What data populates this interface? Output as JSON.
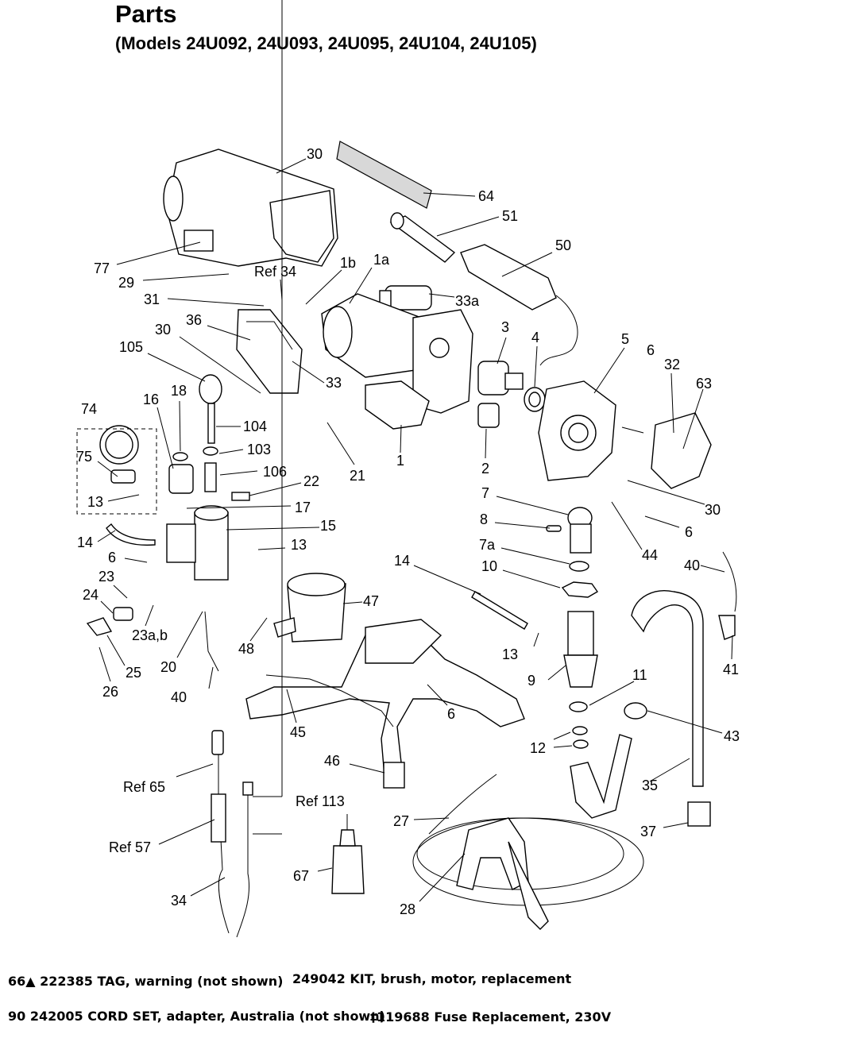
{
  "title": "Parts",
  "subtitle": "(Models 24U092, 24U093, 24U095, 24U104, 24U105)",
  "callouts": [
    {
      "label": "30"
    },
    {
      "label": "64"
    },
    {
      "label": "51"
    },
    {
      "label": "50"
    },
    {
      "label": "77"
    },
    {
      "label": "29"
    },
    {
      "label": "Ref 34"
    },
    {
      "label": "1b"
    },
    {
      "label": "1a"
    },
    {
      "label": "33a"
    },
    {
      "label": "31"
    },
    {
      "label": "36"
    },
    {
      "label": "30"
    },
    {
      "label": "105"
    },
    {
      "label": "33"
    },
    {
      "label": "3"
    },
    {
      "label": "4"
    },
    {
      "label": "5"
    },
    {
      "label": "6"
    },
    {
      "label": "32"
    },
    {
      "label": "63"
    },
    {
      "label": "18"
    },
    {
      "label": "16"
    },
    {
      "label": "74"
    },
    {
      "label": "104"
    },
    {
      "label": "103"
    },
    {
      "label": "75"
    },
    {
      "label": "106"
    },
    {
      "label": "22"
    },
    {
      "label": "13"
    },
    {
      "label": "17"
    },
    {
      "label": "21"
    },
    {
      "label": "1"
    },
    {
      "label": "2"
    },
    {
      "label": "7"
    },
    {
      "label": "30"
    },
    {
      "label": "8"
    },
    {
      "label": "6"
    },
    {
      "label": "15"
    },
    {
      "label": "14"
    },
    {
      "label": "13"
    },
    {
      "label": "7a"
    },
    {
      "label": "44"
    },
    {
      "label": "6"
    },
    {
      "label": "14"
    },
    {
      "label": "10"
    },
    {
      "label": "40"
    },
    {
      "label": "23"
    },
    {
      "label": "47"
    },
    {
      "label": "24"
    },
    {
      "label": "23a,b"
    },
    {
      "label": "48"
    },
    {
      "label": "13"
    },
    {
      "label": "41"
    },
    {
      "label": "25"
    },
    {
      "label": "20"
    },
    {
      "label": "9"
    },
    {
      "label": "11"
    },
    {
      "label": "26"
    },
    {
      "label": "40"
    },
    {
      "label": "6"
    },
    {
      "label": "45"
    },
    {
      "label": "43"
    },
    {
      "label": "12"
    },
    {
      "label": "46"
    },
    {
      "label": "Ref 65"
    },
    {
      "label": "Ref 113"
    },
    {
      "label": "35"
    },
    {
      "label": "27"
    },
    {
      "label": "37"
    },
    {
      "label": "Ref 57"
    },
    {
      "label": "67"
    },
    {
      "label": "34"
    },
    {
      "label": "28"
    }
  ],
  "notes": [
    {
      "text": "66▲ 222385 TAG, warning (not shown)"
    },
    {
      "text": "249042 KIT, brush, motor, replacement"
    },
    {
      "text": "90 242005 CORD SET, adapter, Australia (not shown)"
    },
    {
      "text": "‡119688 Fuse Replacement, 230V"
    }
  ]
}
